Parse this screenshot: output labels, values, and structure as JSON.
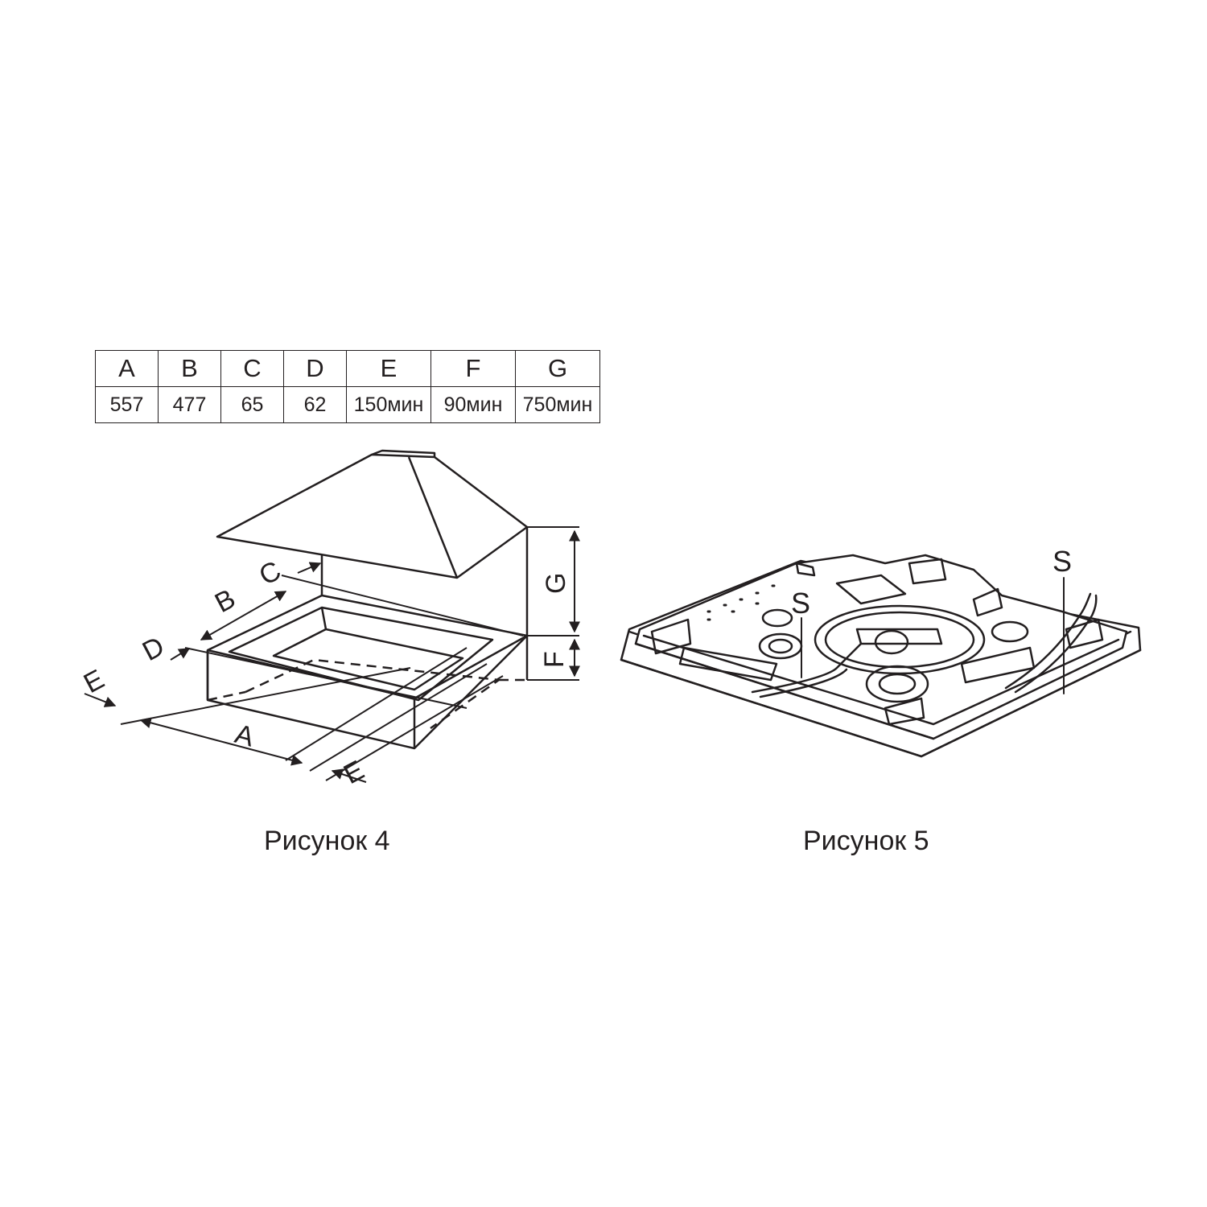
{
  "dimensions_table": {
    "headers": [
      "A",
      "B",
      "C",
      "D",
      "E",
      "F",
      "G"
    ],
    "values": [
      "557",
      "477",
      "65",
      "62",
      "150мин",
      "90мин",
      "750мин"
    ]
  },
  "figure4": {
    "caption": "Рисунок 4",
    "labels": {
      "a": "A",
      "b": "B",
      "c": "C",
      "d": "D",
      "e": "E",
      "f": "F",
      "g": "G"
    }
  },
  "figure5": {
    "caption": "Рисунок 5",
    "labels": {
      "s": "S"
    }
  },
  "colors": {
    "ink": "#231f20",
    "background": "#ffffff"
  }
}
